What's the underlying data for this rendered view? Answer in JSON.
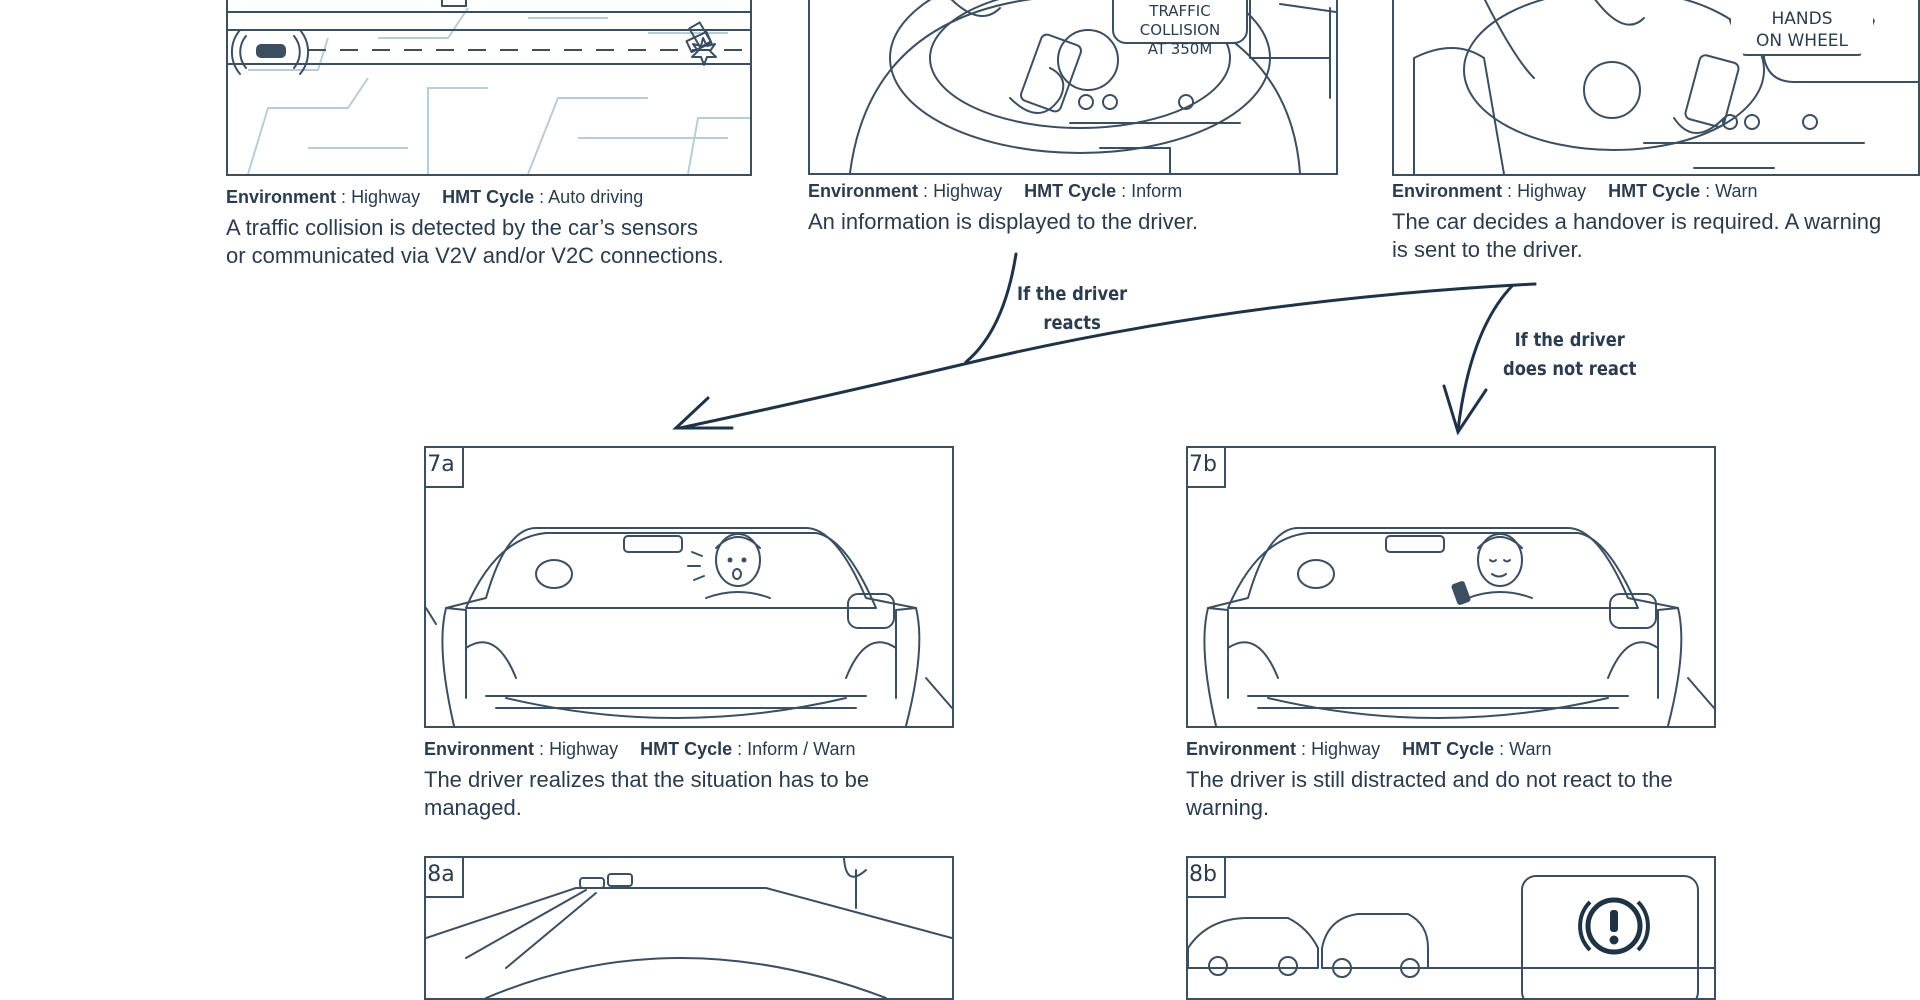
{
  "labels": {
    "env_label": "Environment",
    "cycle_label": "HMT Cycle",
    "separator": ":"
  },
  "panels": {
    "p_top_left": {
      "environment": "Highway",
      "hmt_cycle": "Auto driving",
      "description_lines": [
        "A traffic collision is detected by the car’s sensors",
        "or communicated via V2V and/or V2C connections."
      ]
    },
    "p_top_mid": {
      "callout_lines": [
        "TRAFFIC COLLISION",
        "AT 350M"
      ],
      "environment": "Highway",
      "hmt_cycle": "Inform",
      "description_lines": [
        "An information is displayed to the driver."
      ]
    },
    "p_top_right": {
      "callout_lines": [
        "HANDS",
        "ON WHEEL"
      ],
      "environment": "Highway",
      "hmt_cycle": "Warn",
      "description_lines": [
        "The car decides a handover is required. A warning",
        "is sent to the driver."
      ]
    },
    "p7a": {
      "badge": "7a",
      "environment": "Highway",
      "hmt_cycle": "Inform / Warn",
      "description_lines": [
        "The driver realizes that the situation has to be",
        "managed."
      ]
    },
    "p7b": {
      "badge": "7b",
      "environment": "Highway",
      "hmt_cycle": "Warn",
      "description_lines": [
        "The driver is still distracted and do not react to the",
        "warning."
      ]
    },
    "p8a": {
      "badge": "8a"
    },
    "p8b": {
      "badge": "8b"
    }
  },
  "branches": {
    "reacts": [
      "If the driver",
      "reacts"
    ],
    "not_reacts": [
      "If the driver",
      "does not react"
    ]
  },
  "colors": {
    "ink": "#3b4f61",
    "light_map": "#b9cdd9",
    "text": "#2a3c4d",
    "background": "#ffffff"
  }
}
